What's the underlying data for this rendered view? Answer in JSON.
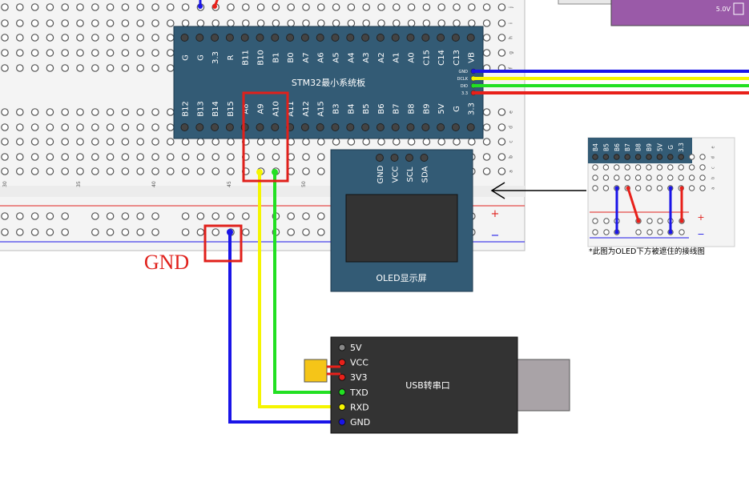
{
  "title": "",
  "colors": {
    "board": "#335b75",
    "usb_body": "#333333",
    "usb_plug": "#a9a3a7",
    "capacitor": "#f5c518",
    "highlight": "#e0201b",
    "wire_gnd": "#1a14e8",
    "wire_txd": "#22e022",
    "wire_rxd": "#f5f500",
    "wire_vcc": "#e8201a",
    "purple_module": "#9a5aa8"
  },
  "breadboard": {
    "row_letters": [
      "j",
      "i",
      "h",
      "g",
      "f",
      "e",
      "d",
      "c",
      "b",
      "a"
    ],
    "column_numbers": [
      "30",
      "35",
      "40",
      "45",
      "50"
    ],
    "rail_plus": "+",
    "rail_minus": "−"
  },
  "stm32": {
    "title": "STM32最小系统板",
    "top_pins": [
      "G",
      "G",
      "3.3",
      "R",
      "B11",
      "B10",
      "B1",
      "B0",
      "A7",
      "A6",
      "A5",
      "A4",
      "A3",
      "A2",
      "A1",
      "A0",
      "C15",
      "C14",
      "C13",
      "VB"
    ],
    "bottom_pins": [
      "B12",
      "B13",
      "B14",
      "B15",
      "A8",
      "A9",
      "A10",
      "A11",
      "A12",
      "A15",
      "B3",
      "B4",
      "B5",
      "B6",
      "B7",
      "B8",
      "B9",
      "5V",
      "G",
      "3.3"
    ],
    "side_pins": [
      "GND",
      "DCLK",
      "DIO",
      "3.3"
    ]
  },
  "oled": {
    "pins": [
      "GND",
      "VCC",
      "SCL",
      "SDA"
    ],
    "label": "OLED显示屏"
  },
  "usb": {
    "pins": [
      "5V",
      "VCC",
      "3V3",
      "TXD",
      "RXD",
      "GND"
    ],
    "label": "USB转串口"
  },
  "gnd_label": "GND",
  "purple_module": {
    "label": "5.0V"
  },
  "inset": {
    "pins": [
      "B4",
      "B5",
      "B6",
      "B7",
      "B8",
      "B9",
      "5V",
      "G",
      "3.3"
    ],
    "row_letters": [
      "e",
      "d",
      "c",
      "b",
      "a"
    ],
    "plus": "+",
    "minus": "−",
    "caption": "*此图为OLED下方被遮住的接线图"
  },
  "arrow": {
    "direction": "left",
    "points_to": "OLED显示屏"
  }
}
